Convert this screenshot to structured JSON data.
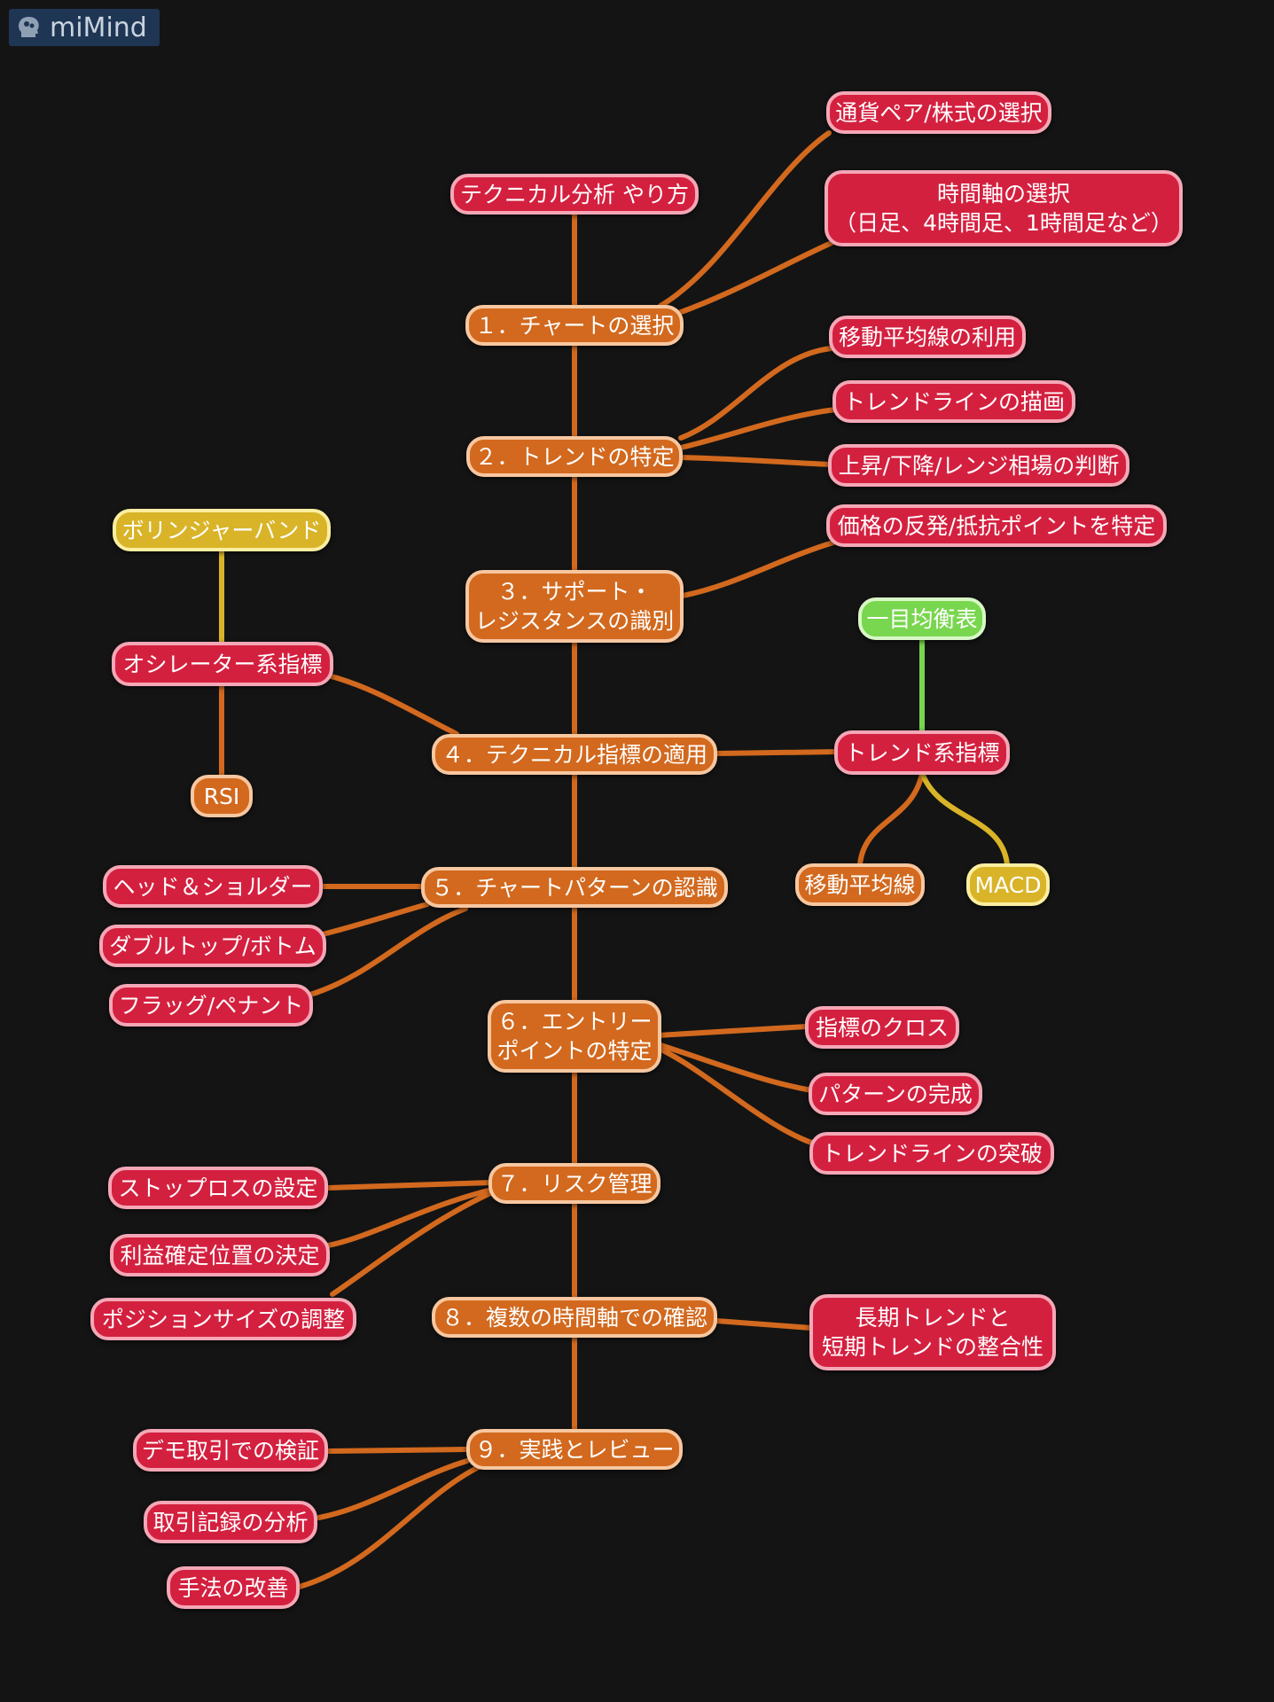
{
  "brand": {
    "name": "miMind"
  },
  "colors": {
    "background": "#141414",
    "edge_orange": "#d2691e",
    "edge_yellow": "#d9b428",
    "edge_green": "#79d64f"
  },
  "nodes": {
    "root": "テクニカル分析 やり方",
    "s1": "１．チャートの選択",
    "s1a": "通貨ペア/株式の選択",
    "s1b_1": "時間軸の選択",
    "s1b_2": "（日足、4時間足、1時間足など）",
    "s2": "２．トレンドの特定",
    "s2a": "移動平均線の利用",
    "s2b": "トレンドラインの描画",
    "s2c": "上昇/下降/レンジ相場の判断",
    "s3_1": "３．サポート・",
    "s3_2": "レジスタンスの識別",
    "s3a": "価格の反発/抵抗ポイントを特定",
    "s4": "４．テクニカル指標の適用",
    "osc": "オシレーター系指標",
    "boll": "ボリンジャーバンド",
    "rsi": "RSI",
    "trend": "トレンド系指標",
    "ichi": "一目均衡表",
    "ma": "移動平均線",
    "macd": "MACD",
    "s5": "５．チャートパターンの認識",
    "s5a": "ヘッド＆ショルダー",
    "s5b": "ダブルトップ/ボトム",
    "s5c": "フラッグ/ペナント",
    "s6_1": "６．エントリー",
    "s6_2": "ポイントの特定",
    "s6a": "指標のクロス",
    "s6b": "パターンの完成",
    "s6c": "トレンドラインの突破",
    "s7": "７．リスク管理",
    "s7a": "ストップロスの設定",
    "s7b": "利益確定位置の決定",
    "s7c": "ポジションサイズの調整",
    "s8": "８．複数の時間軸での確認",
    "s8a_1": "長期トレンドと",
    "s8a_2": "短期トレンドの整合性",
    "s9": "９．実践とレビュー",
    "s9a": "デモ取引での検証",
    "s9b": "取引記録の分析",
    "s9c": "手法の改善"
  }
}
